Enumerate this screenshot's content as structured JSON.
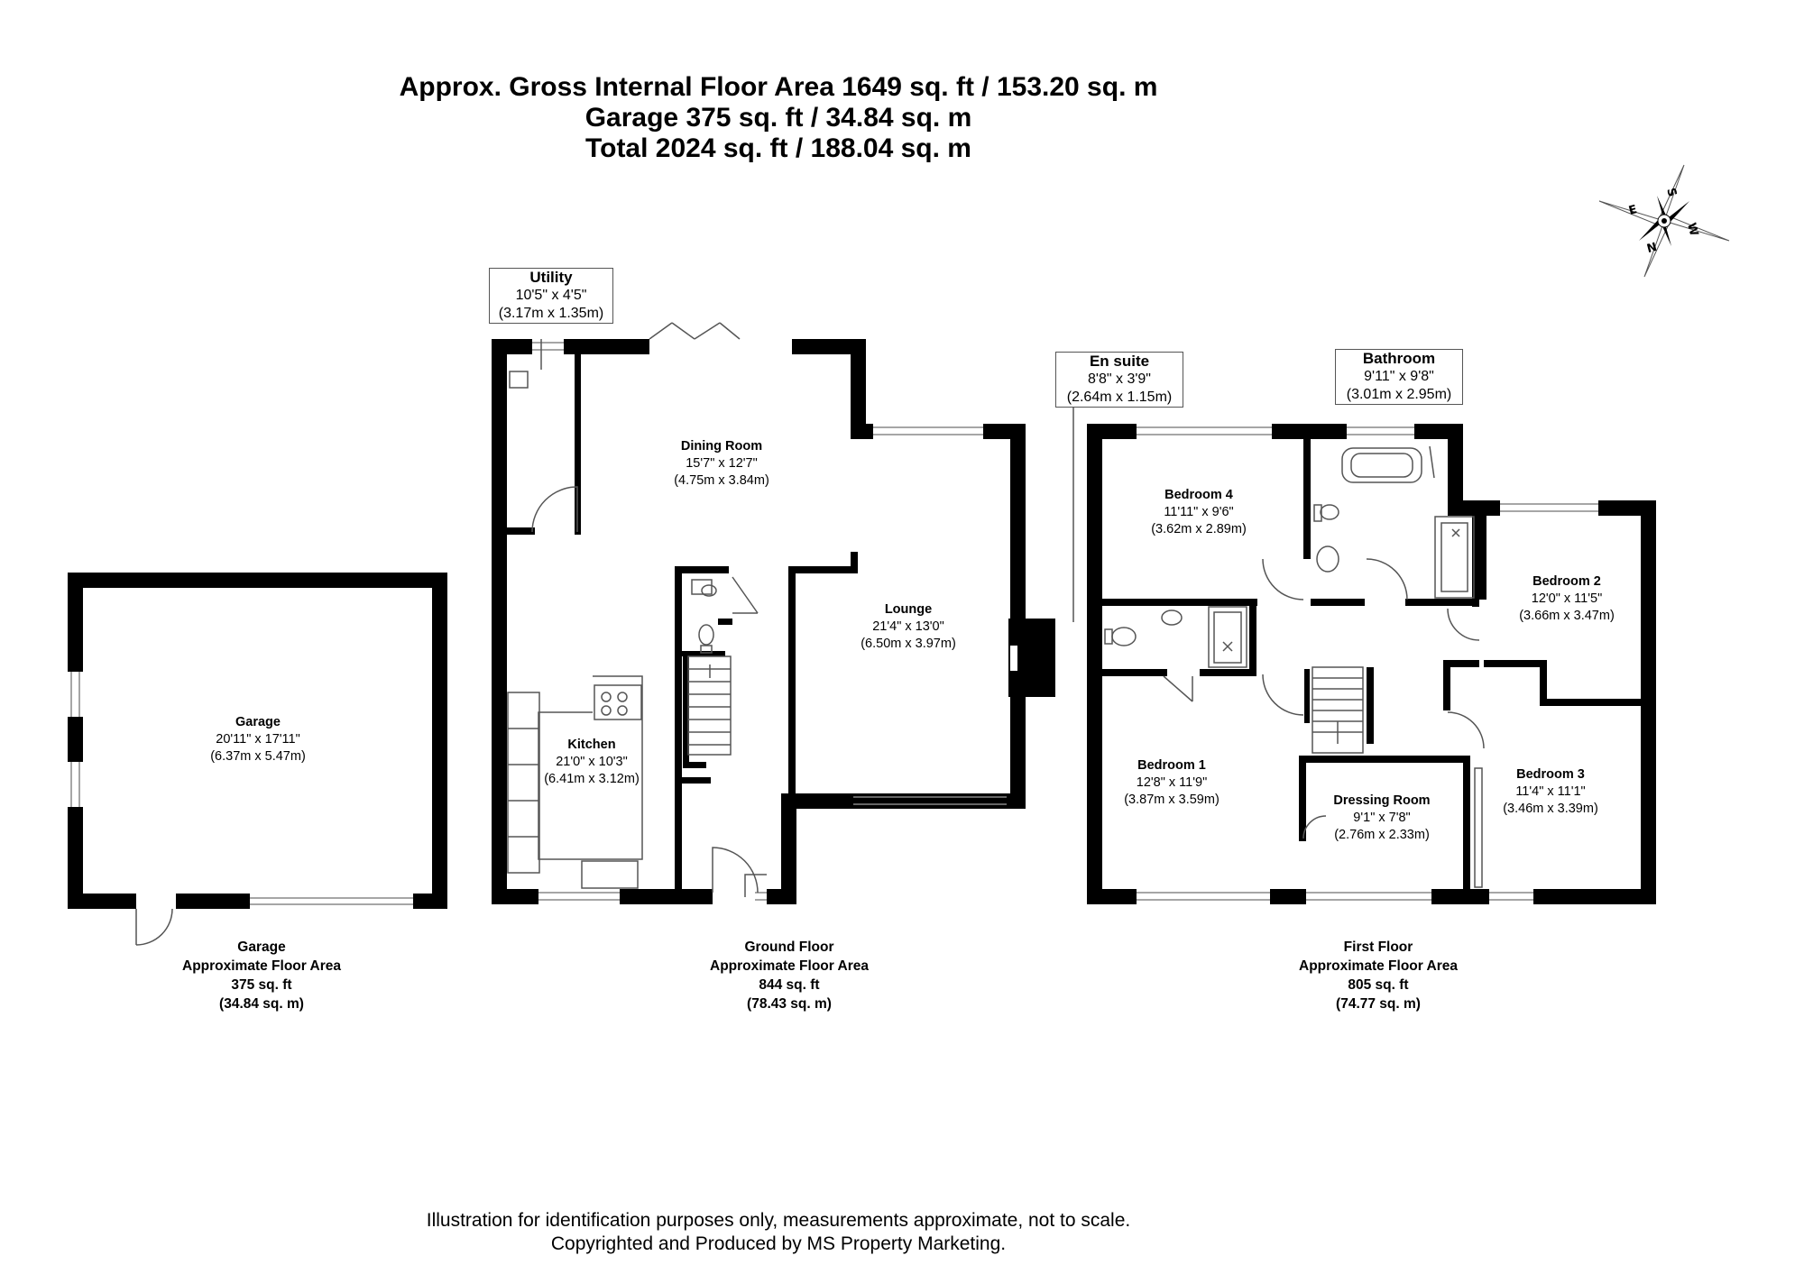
{
  "header": {
    "line1": "Approx. Gross Internal Floor Area 1649 sq. ft / 153.20 sq. m",
    "line2": "Garage 375 sq. ft / 34.84 sq. m",
    "line3": "Total 2024 sq. ft / 188.04 sq. m"
  },
  "compass": {
    "n": "N",
    "e": "E",
    "s": "S",
    "w": "W"
  },
  "rooms": {
    "garage": {
      "name": "Garage",
      "imperial": "20'11\" x 17'11\"",
      "metric": "(6.37m x 5.47m)"
    },
    "utility": {
      "name": "Utility",
      "imperial": "10'5\" x 4'5\"",
      "metric": "(3.17m x 1.35m)"
    },
    "dining": {
      "name": "Dining Room",
      "imperial": "15'7\" x 12'7\"",
      "metric": "(4.75m x 3.84m)"
    },
    "kitchen": {
      "name": "Kitchen",
      "imperial": "21'0\" x 10'3\"",
      "metric": "(6.41m x 3.12m)"
    },
    "lounge": {
      "name": "Lounge",
      "imperial": "21'4\" x 13'0\"",
      "metric": "(6.50m x 3.97m)"
    },
    "ensuite": {
      "name": "En suite",
      "imperial": "8'8\" x 3'9\"",
      "metric": "(2.64m x 1.15m)"
    },
    "bathroom": {
      "name": "Bathroom",
      "imperial": "9'11\" x 9'8\"",
      "metric": "(3.01m x 2.95m)"
    },
    "bedroom4": {
      "name": "Bedroom 4",
      "imperial": "11'11\" x 9'6\"",
      "metric": "(3.62m x 2.89m)"
    },
    "bedroom2": {
      "name": "Bedroom 2",
      "imperial": "12'0\" x 11'5\"",
      "metric": "(3.66m x 3.47m)"
    },
    "bedroom1": {
      "name": "Bedroom 1",
      "imperial": "12'8\" x 11'9\"",
      "metric": "(3.87m x 3.59m)"
    },
    "dressing": {
      "name": "Dressing Room",
      "imperial": "9'1\" x 7'8\"",
      "metric": "(2.76m x 2.33m)"
    },
    "bedroom3": {
      "name": "Bedroom 3",
      "imperial": "11'4\" x 11'1\"",
      "metric": "(3.46m x 3.39m)"
    }
  },
  "floors": {
    "garage": {
      "title": "Garage",
      "subtitle": "Approximate Floor Area",
      "imperial": "375 sq. ft",
      "metric": "(34.84 sq. m)"
    },
    "ground": {
      "title": "Ground Floor",
      "subtitle": "Approximate Floor Area",
      "imperial": "844 sq. ft",
      "metric": "(78.43 sq. m)"
    },
    "first": {
      "title": "First Floor",
      "subtitle": "Approximate Floor Area",
      "imperial": "805 sq. ft",
      "metric": "(74.77 sq. m)"
    }
  },
  "footer": {
    "disclaimer": "Illustration for identification purposes only, measurements approximate, not to scale.",
    "copyright": "Copyrighted  and Produced by MS Property Marketing."
  },
  "colors": {
    "wall": "#000000",
    "fixture": "#555555",
    "window": "#888888",
    "background": "#ffffff"
  }
}
